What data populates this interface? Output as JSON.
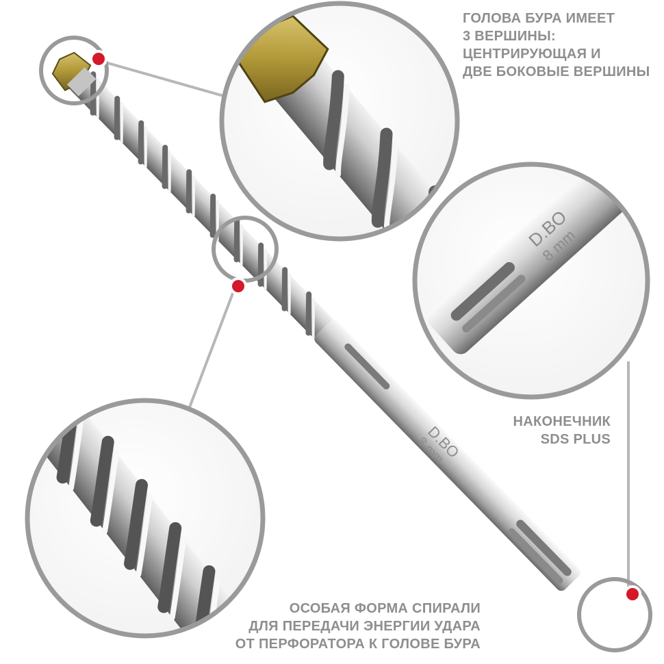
{
  "captions": {
    "head": {
      "lines": [
        "ГОЛОВА БУРА ИМЕЕТ",
        "3 ВЕРШИНЫ:",
        "ЦЕНТРИРУЮЩАЯ И",
        "ДВЕ БОКОВЫЕ ВЕРШИНЫ"
      ]
    },
    "shank": {
      "lines": [
        "НАКОНЕЧНИК",
        "SDS PLUS"
      ]
    },
    "spiral": {
      "lines": [
        "ОСОБАЯ ФОРМА СПИРАЛИ",
        "ДЛЯ ПЕРЕДАЧИ ЭНЕРГИИ УДАРА",
        "ОТ ПЕРФОРАТОРА К ГОЛОВЕ БУРА"
      ]
    }
  },
  "drill_marking": {
    "brand": "D.BO",
    "size": "8 mm"
  },
  "colors": {
    "caption_text": "#8e8e8e",
    "callout_ring": "#9a9a9a",
    "marker_dot": "#d3192a",
    "steel_light": "#e4e4e4",
    "steel_dark": "#6c6c6c",
    "carbide_tip": "#b39a3a",
    "background": "#ffffff"
  }
}
